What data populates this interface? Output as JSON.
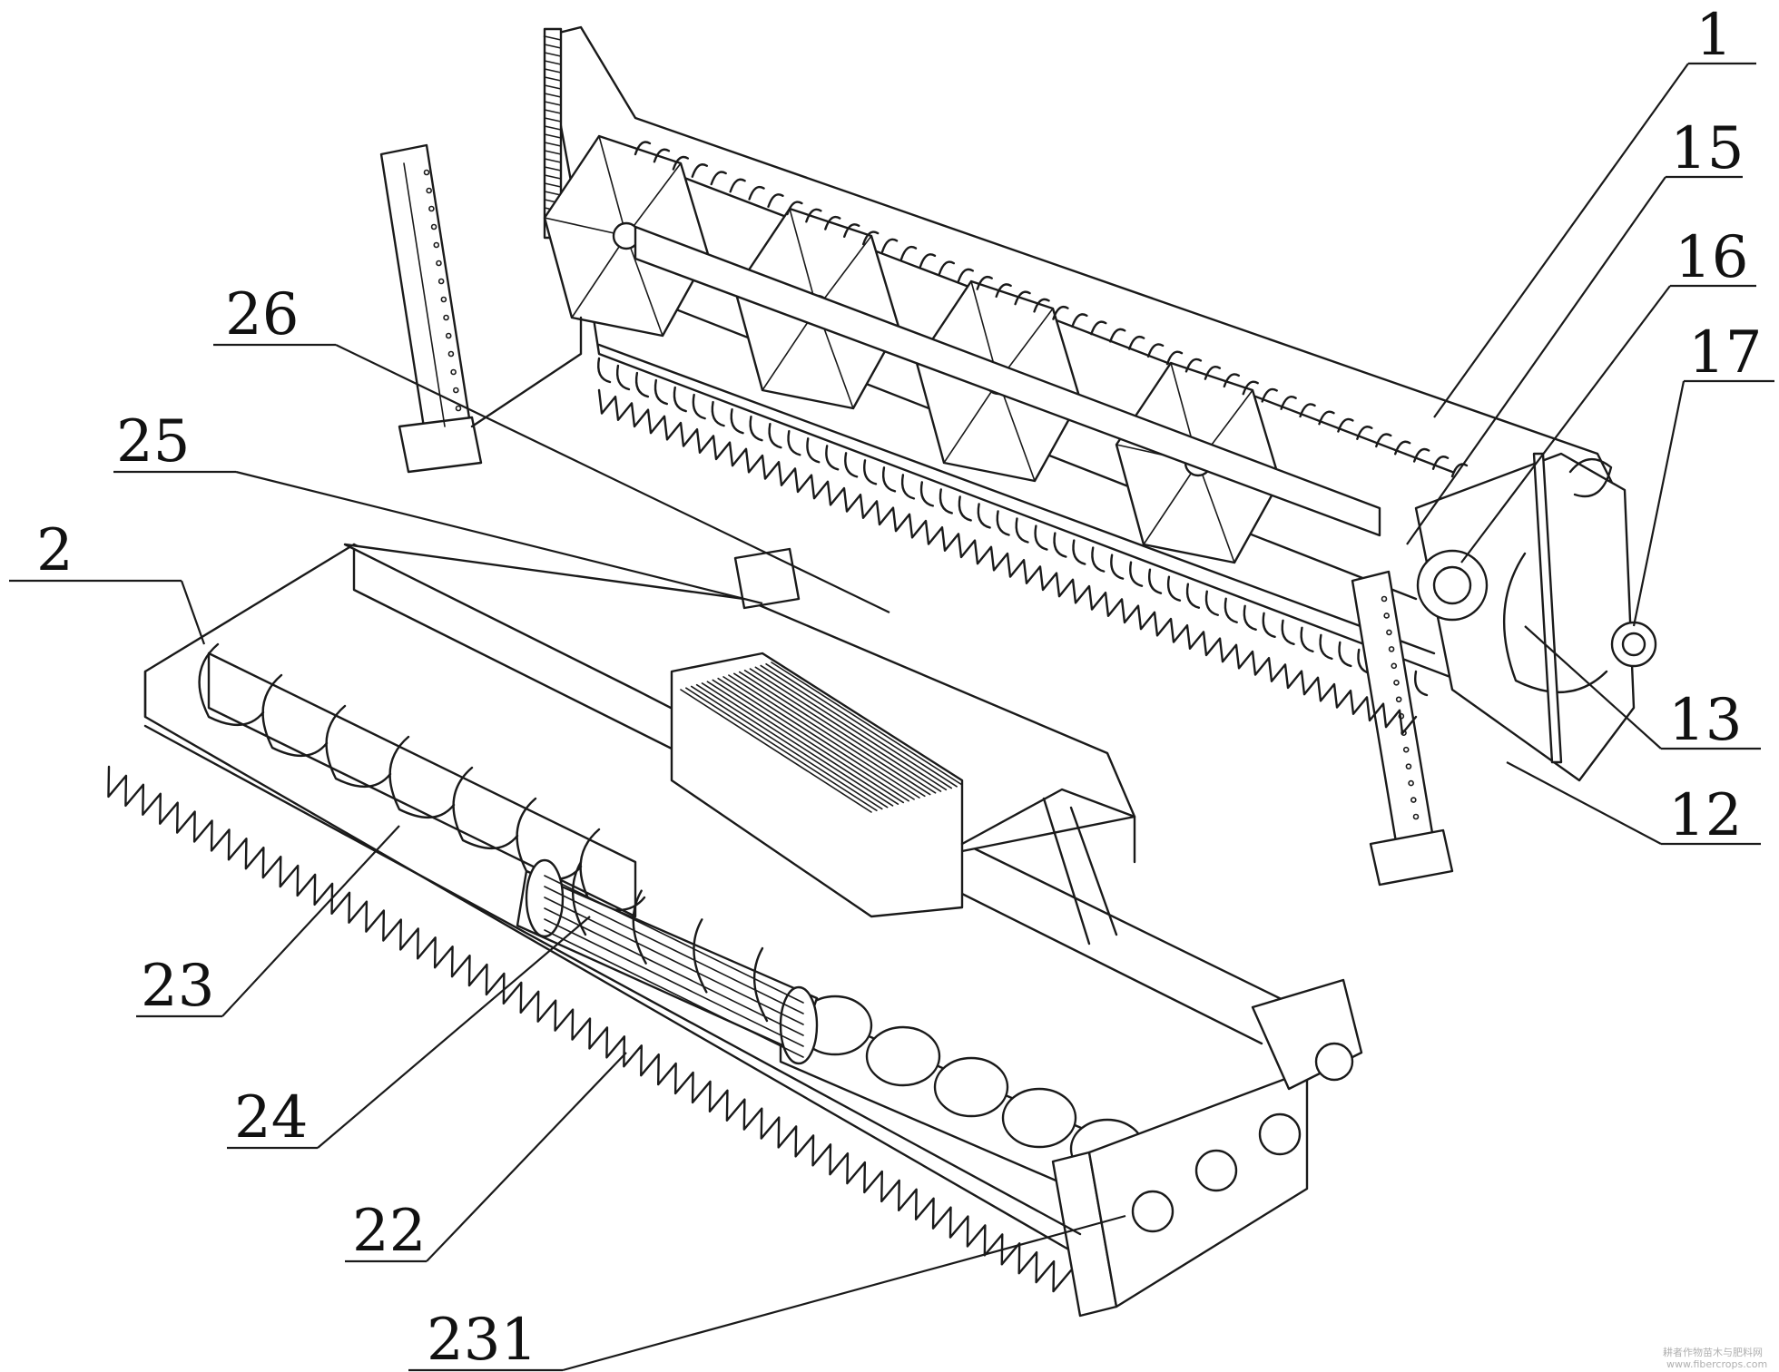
{
  "labels": {
    "l1": "1",
    "l15": "15",
    "l16": "16",
    "l17": "17",
    "l26": "26",
    "l25": "25",
    "l2": "2",
    "l13": "13",
    "l12": "12",
    "l23": "23",
    "l24": "24",
    "l22": "22",
    "l231": "231"
  },
  "watermark": {
    "line1": "耕者作物苗木与肥料网",
    "line2": "www.fibercrops.com"
  }
}
